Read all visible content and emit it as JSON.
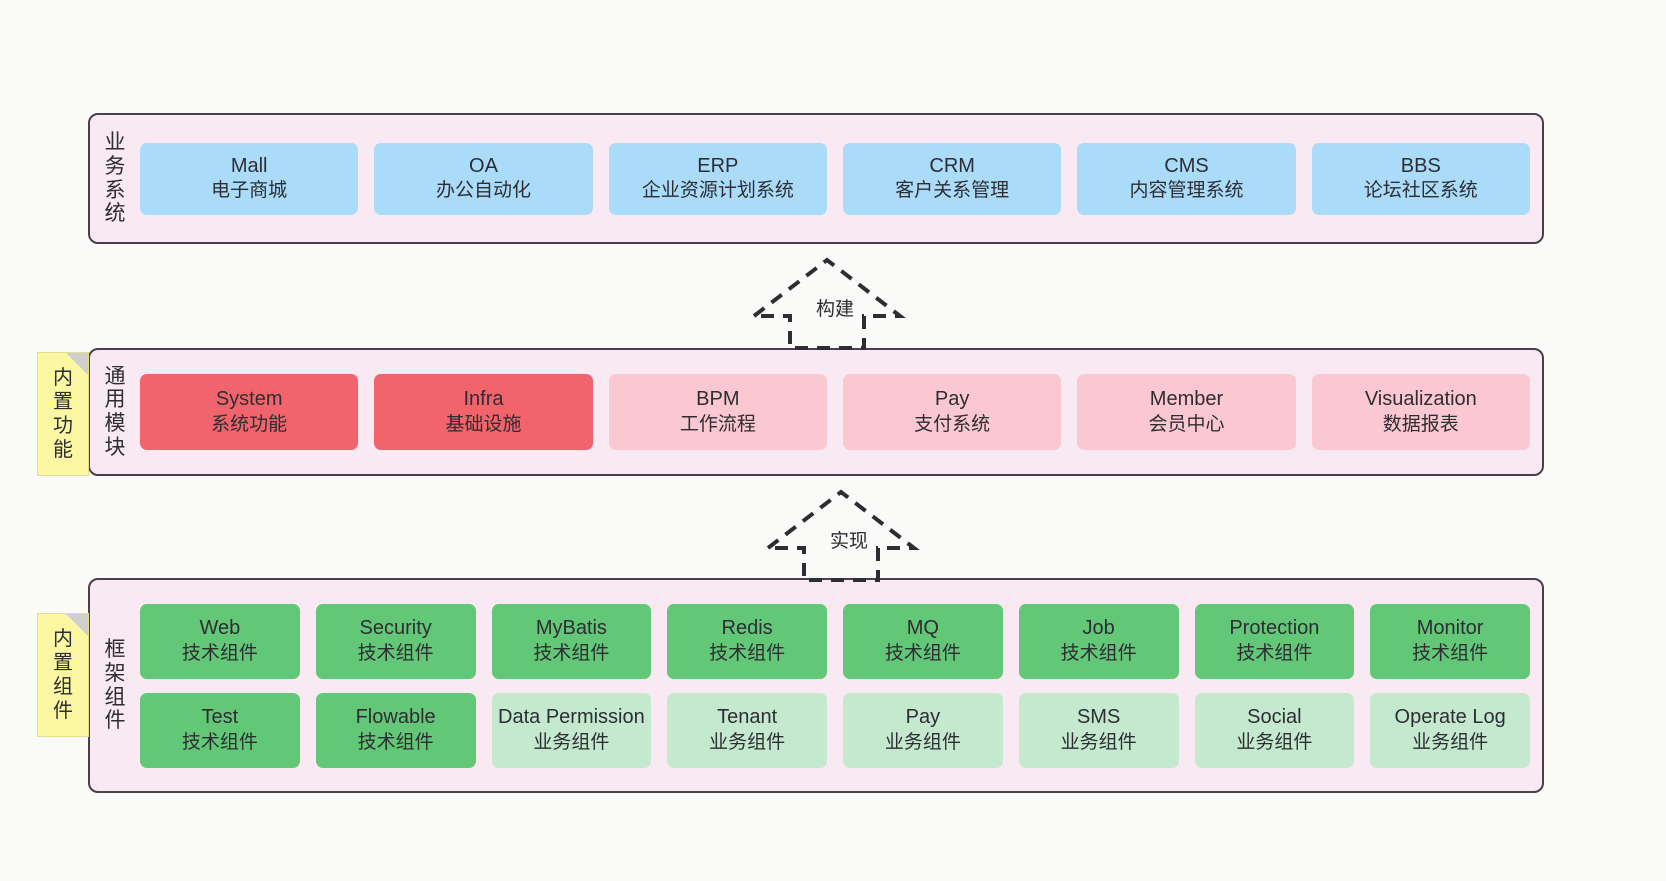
{
  "theme": {
    "page_background": "#fafaf8",
    "layer_background": "#f9e9f3",
    "layer_border": "#4a3f4a",
    "note_background": "#fbf7a3",
    "card_blue": "#aadcfa",
    "card_red": "#f1646c",
    "card_pink": "#fbc8d1",
    "card_green": "#62c777",
    "card_light_green": "#c4e9ce",
    "text": "#2d2d33"
  },
  "notes": [
    {
      "id": "note-functions",
      "lines": [
        "内",
        "置",
        "功",
        "能"
      ]
    },
    {
      "id": "note-components",
      "lines": [
        "内",
        "置",
        "组",
        "件"
      ]
    }
  ],
  "arrows": [
    {
      "id": "arrow-build",
      "label": "构建",
      "direction": "up",
      "style": "dashed-hollow"
    },
    {
      "id": "arrow-impl",
      "label": "实现",
      "direction": "up",
      "style": "dashed-hollow"
    }
  ],
  "layers": [
    {
      "id": "layer-business",
      "title": [
        "业",
        "务",
        "系",
        "统"
      ],
      "rows": [
        [
          {
            "title": "Mall",
            "sub": "电子商城",
            "color": "blue"
          },
          {
            "title": "OA",
            "sub": "办公自动化",
            "color": "blue"
          },
          {
            "title": "ERP",
            "sub": "企业资源计划系统",
            "color": "blue"
          },
          {
            "title": "CRM",
            "sub": "客户关系管理",
            "color": "blue"
          },
          {
            "title": "CMS",
            "sub": "内容管理系统",
            "color": "blue"
          },
          {
            "title": "BBS",
            "sub": "论坛社区系统",
            "color": "blue"
          }
        ]
      ]
    },
    {
      "id": "layer-modules",
      "title": [
        "通",
        "用",
        "模",
        "块"
      ],
      "rows": [
        [
          {
            "title": "System",
            "sub": "系统功能",
            "color": "red"
          },
          {
            "title": "Infra",
            "sub": "基础设施",
            "color": "red"
          },
          {
            "title": "BPM",
            "sub": "工作流程",
            "color": "pink"
          },
          {
            "title": "Pay",
            "sub": "支付系统",
            "color": "pink"
          },
          {
            "title": "Member",
            "sub": "会员中心",
            "color": "pink"
          },
          {
            "title": "Visualization",
            "sub": "数据报表",
            "color": "pink"
          }
        ]
      ]
    },
    {
      "id": "layer-framework",
      "title": [
        "框",
        "架",
        "组",
        "件"
      ],
      "rows": [
        [
          {
            "title": "Web",
            "sub": "技术组件",
            "color": "green"
          },
          {
            "title": "Security",
            "sub": "技术组件",
            "color": "green"
          },
          {
            "title": "MyBatis",
            "sub": "技术组件",
            "color": "green"
          },
          {
            "title": "Redis",
            "sub": "技术组件",
            "color": "green"
          },
          {
            "title": "MQ",
            "sub": "技术组件",
            "color": "green"
          },
          {
            "title": "Job",
            "sub": "技术组件",
            "color": "green"
          },
          {
            "title": "Protection",
            "sub": "技术组件",
            "color": "green"
          },
          {
            "title": "Monitor",
            "sub": "技术组件",
            "color": "green"
          }
        ],
        [
          {
            "title": "Test",
            "sub": "技术组件",
            "color": "green"
          },
          {
            "title": "Flowable",
            "sub": "技术组件",
            "color": "green"
          },
          {
            "title": "Data Permission",
            "sub": "业务组件",
            "color": "lgreen"
          },
          {
            "title": "Tenant",
            "sub": "业务组件",
            "color": "lgreen"
          },
          {
            "title": "Pay",
            "sub": "业务组件",
            "color": "lgreen"
          },
          {
            "title": "SMS",
            "sub": "业务组件",
            "color": "lgreen"
          },
          {
            "title": "Social",
            "sub": "业务组件",
            "color": "lgreen"
          },
          {
            "title": "Operate Log",
            "sub": "业务组件",
            "color": "lgreen"
          }
        ]
      ]
    }
  ]
}
